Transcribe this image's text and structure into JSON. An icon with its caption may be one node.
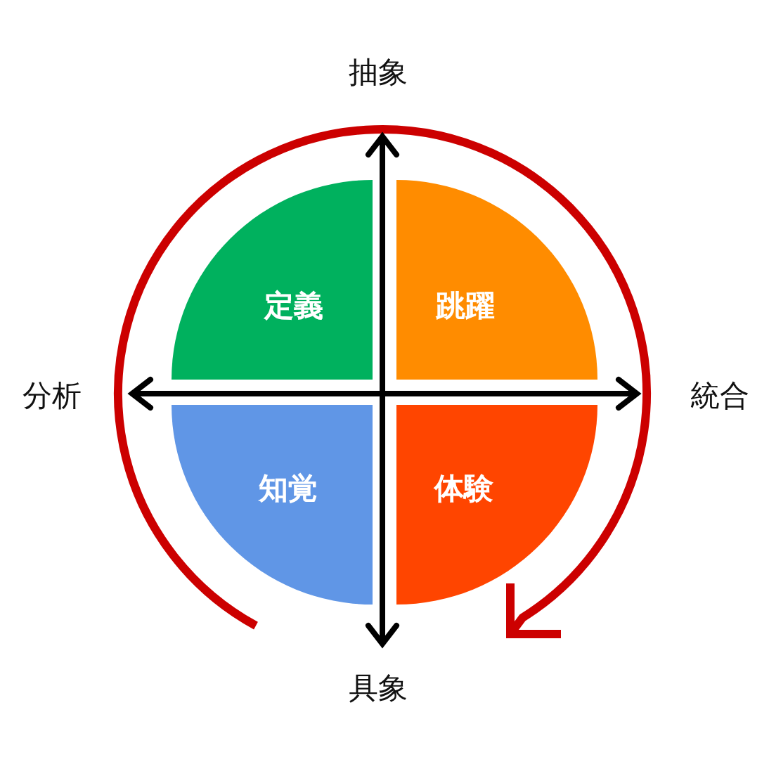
{
  "diagram": {
    "nodes": [
      {
        "text": [
          "定義"
        ]
      },
      {
        "text": [
          "跳躍"
        ]
      },
      {
        "text": [
          "知覚"
        ]
      },
      {
        "text": [
          "体験"
        ]
      }
    ],
    "labels": [
      "抽象",
      "分析",
      "統合",
      "具象"
    ]
  }
}
